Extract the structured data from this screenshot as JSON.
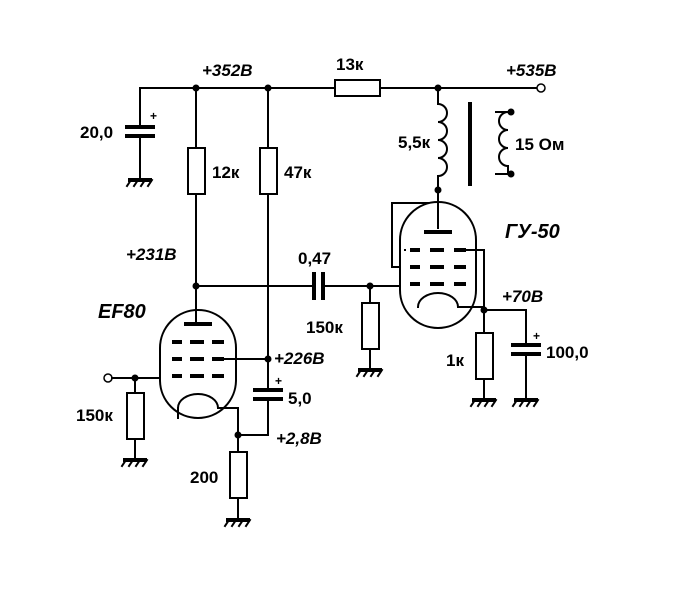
{
  "voltages": {
    "v352": "+352В",
    "v535": "+535В",
    "v231": "+231В",
    "v226": "+226В",
    "v28": "+2,8В",
    "v70": "+70В"
  },
  "components": {
    "r13k": "13к",
    "c20": "20,0",
    "r12k": "12к",
    "r47k": "47к",
    "trafo_primary": "5,5к",
    "trafo_secondary": "15 Ом",
    "c047": "0,47",
    "r150k_grid_out": "150к",
    "r150k_grid_in": "150к",
    "r1k": "1к",
    "c100": "100,0",
    "c5": "5,0",
    "r200": "200"
  },
  "tubes": {
    "driver": "EF80",
    "output": "ГУ-50"
  },
  "symbols": {
    "plus": "+"
  }
}
